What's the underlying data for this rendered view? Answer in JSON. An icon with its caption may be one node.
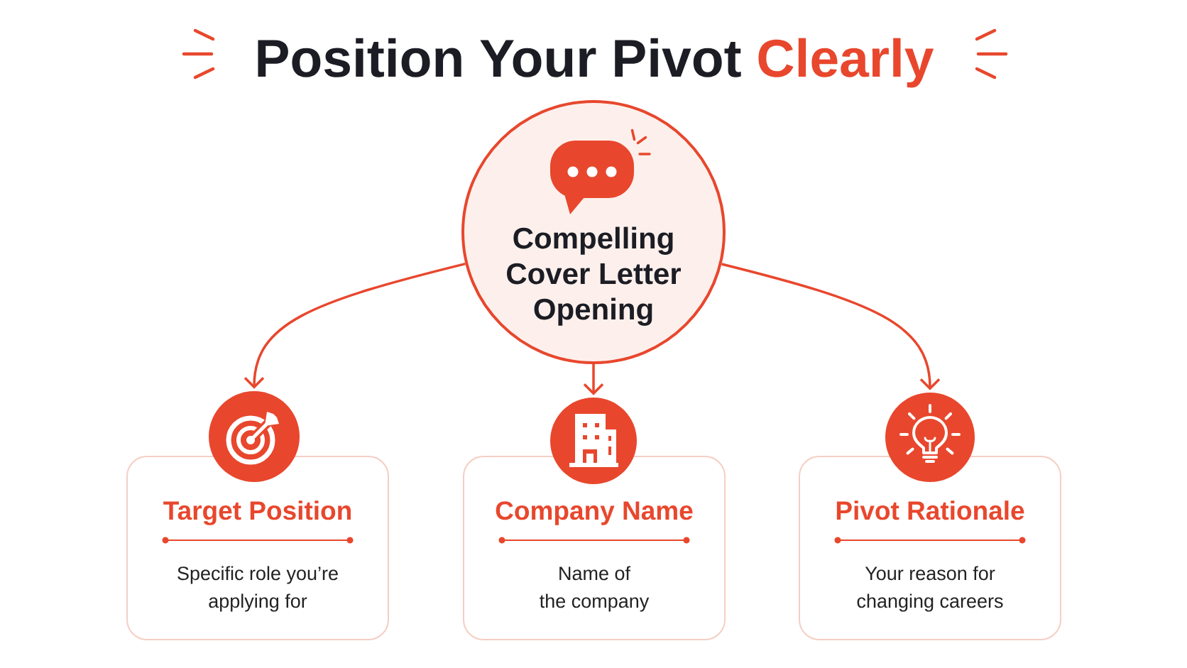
{
  "diagram": {
    "title": "Position Your Pivot Clearly",
    "nodes": [
      {
        "text": [
          "Compelling Cover Letter Opening"
        ]
      },
      {
        "text": [
          "Target Position",
          "Specific role you’re applying for"
        ]
      },
      {
        "text": [
          "Company Name",
          "Name of the company"
        ]
      },
      {
        "text": [
          "Pivot Rationale",
          "Your reason for changing careers"
        ]
      }
    ],
    "edges": [
      {
        "from": 0,
        "to": 1,
        "arrow": "to"
      },
      {
        "from": 0,
        "to": 2,
        "arrow": "to"
      },
      {
        "from": 0,
        "to": 3,
        "arrow": "to"
      }
    ]
  }
}
